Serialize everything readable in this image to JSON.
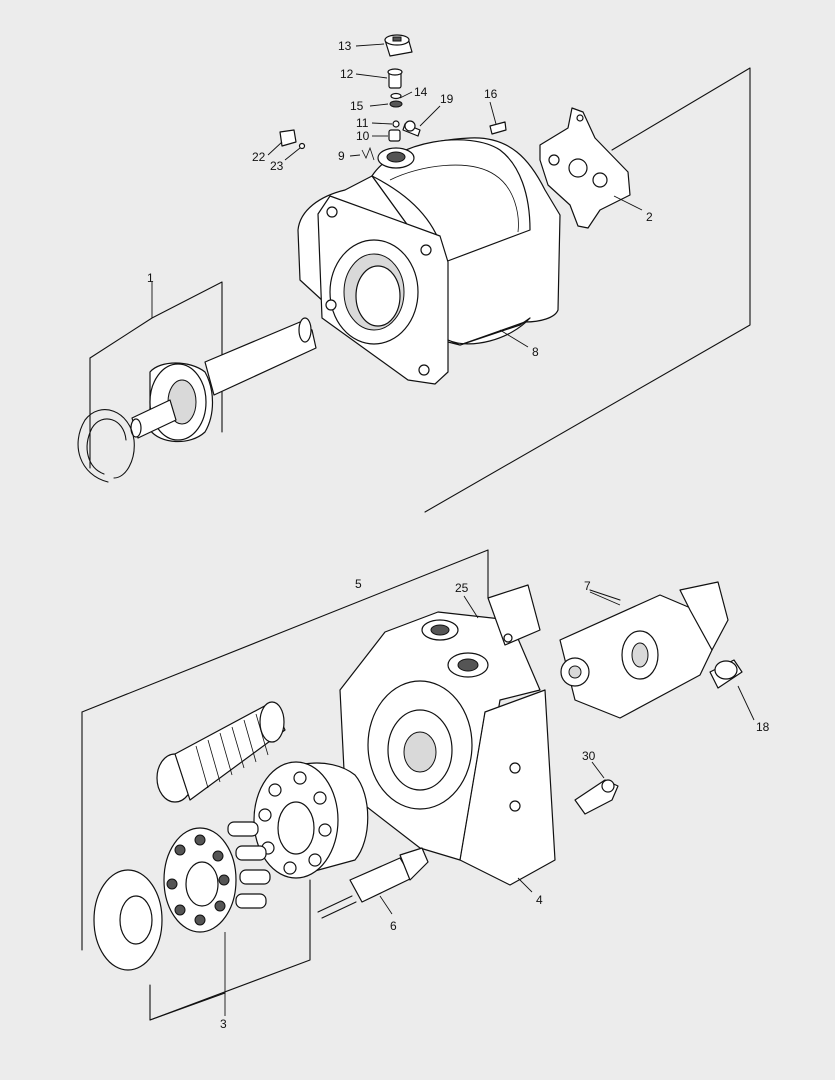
{
  "diagram": {
    "callouts": {
      "c1": "1",
      "c2": "2",
      "c3": "3",
      "c4": "4",
      "c5": "5",
      "c6": "6",
      "c7": "7",
      "c8": "8",
      "c9": "9",
      "c10": "10",
      "c11": "11",
      "c12": "12",
      "c13": "13",
      "c14": "14",
      "c15": "15",
      "c16": "16",
      "c18": "18",
      "c19": "19",
      "c22": "22",
      "c23": "23",
      "c25": "25",
      "c30": "30"
    }
  }
}
